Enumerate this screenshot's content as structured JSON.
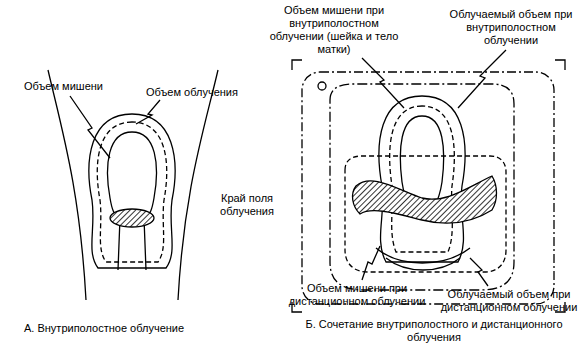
{
  "diagram": {
    "labels": [
      "Объем мишени",
      "Объем облучения",
      "Объем мишени при внутриполостном облучении (шейка и тело матки)",
      "Облучаемый объем при внутриполостном облучении",
      "Край поля облучения",
      "Объем мишени при дистанционном облучении",
      "Облучаемый объем при дистанционном облучении",
      "А. Внутриполостное облучение",
      "Б. Сочетание внутриполостного и дистанционного облучения"
    ]
  }
}
